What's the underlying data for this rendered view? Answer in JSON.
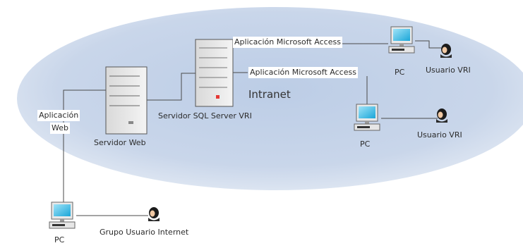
{
  "network": {
    "zone_label": "Intranet",
    "web_server_label": "Servidor Web",
    "sql_server_label": "Servidor SQL Server VRI",
    "web_app_label_line1": "Aplicación",
    "web_app_label_line2": "Web",
    "access_app_top_label": "Aplicación Microsoft Access",
    "access_app_mid_label": "Aplicación Microsoft Access",
    "pc_top_label": "PC",
    "pc_mid_label": "PC",
    "pc_bottom_label": "PC",
    "user_top_label": "Usuario VRI",
    "user_mid_label": "Usuario VRI",
    "user_bottom_label": "Grupo Usuario Internet"
  },
  "colors": {
    "ellipse_outer": "#dde6f2",
    "ellipse_inner": "#c9d6ea",
    "line": "#4a4a4a",
    "screen": "#29b8e8",
    "led": "#e53935"
  }
}
